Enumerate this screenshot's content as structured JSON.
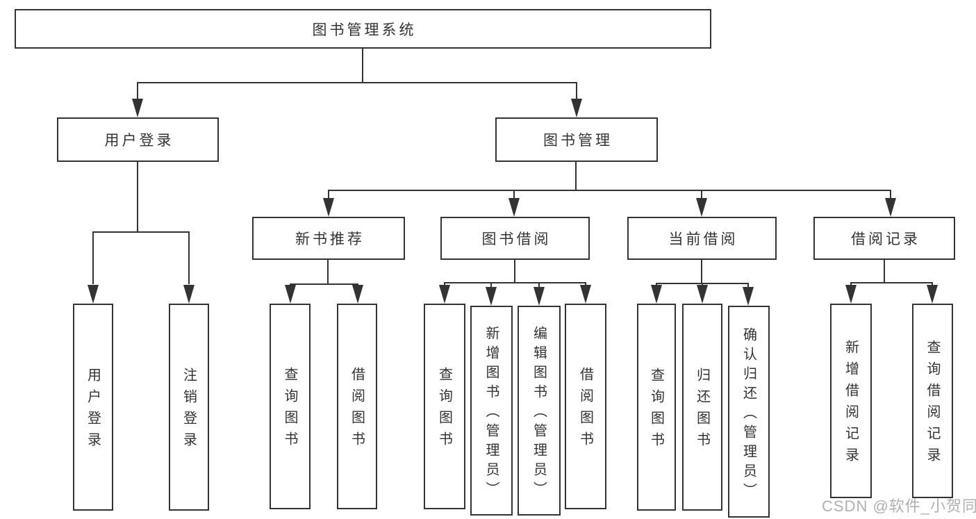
{
  "diagram": {
    "title": "图书管理系统",
    "type": "function-structure-tree",
    "colors": {
      "line": "#333333",
      "text": "#333333",
      "background": "#ffffff",
      "watermark": "#b0b0b0"
    },
    "nodes": {
      "root": "图书管理系统",
      "user_login": "用户登录",
      "book_management": "图书管理",
      "new_book_recommend": "新书推荐",
      "book_borrow": "图书借阅",
      "current_borrow": "当前借阅",
      "borrow_records": "借阅记录",
      "leaf_user_login": "用户登录",
      "leaf_logout": "注销登录",
      "leaf_query_book_1": "查询图书",
      "leaf_borrow_book_1": "借阅图书",
      "leaf_query_book_2": "查询图书",
      "leaf_add_book_admin": "新增图书（管理员）",
      "leaf_edit_book_admin": "编辑图书（管理员）",
      "leaf_borrow_book_2": "借阅图书",
      "leaf_query_book_3": "查询图书",
      "leaf_return_book": "归还图书",
      "leaf_confirm_return_admin": "确认归还（管理员）",
      "leaf_add_borrow_record": "新增借阅记录",
      "leaf_query_borrow_record": "查询借阅记录"
    },
    "edges": [
      [
        "root",
        "user_login"
      ],
      [
        "root",
        "book_management"
      ],
      [
        "user_login",
        "leaf_user_login"
      ],
      [
        "user_login",
        "leaf_logout"
      ],
      [
        "book_management",
        "new_book_recommend"
      ],
      [
        "book_management",
        "book_borrow"
      ],
      [
        "book_management",
        "current_borrow"
      ],
      [
        "book_management",
        "borrow_records"
      ],
      [
        "new_book_recommend",
        "leaf_query_book_1"
      ],
      [
        "new_book_recommend",
        "leaf_borrow_book_1"
      ],
      [
        "book_borrow",
        "leaf_query_book_2"
      ],
      [
        "book_borrow",
        "leaf_add_book_admin"
      ],
      [
        "book_borrow",
        "leaf_edit_book_admin"
      ],
      [
        "book_borrow",
        "leaf_borrow_book_2"
      ],
      [
        "current_borrow",
        "leaf_query_book_3"
      ],
      [
        "current_borrow",
        "leaf_return_book"
      ],
      [
        "current_borrow",
        "leaf_confirm_return_admin"
      ],
      [
        "borrow_records",
        "leaf_add_borrow_record"
      ],
      [
        "borrow_records",
        "leaf_query_borrow_record"
      ]
    ],
    "watermark": "CSDN @软件_小贺同学"
  }
}
